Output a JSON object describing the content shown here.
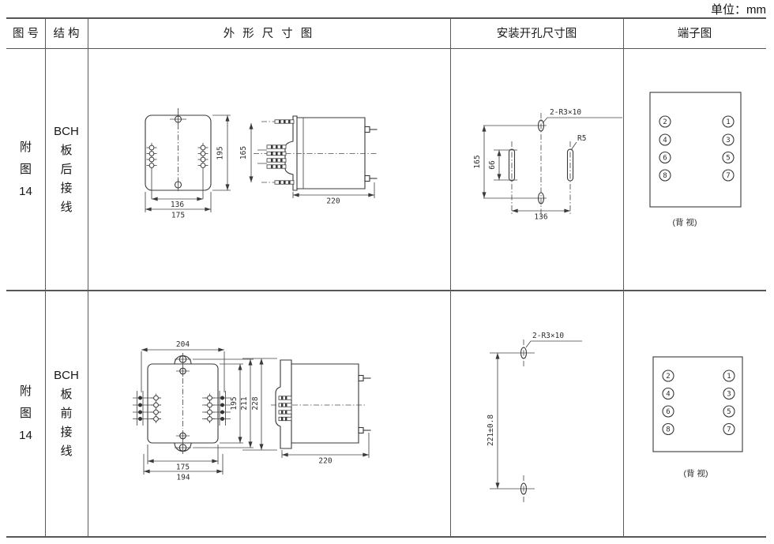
{
  "unit_label": "单位：mm",
  "header": {
    "fig_no": "图 号",
    "structure": "结 构",
    "outline": "外 形 尺 寸 图",
    "install": "安装开孔尺寸图",
    "terminal": "端子图"
  },
  "rows": [
    {
      "fig": [
        "附",
        "图",
        "14"
      ],
      "structure": [
        "BCH",
        "板",
        "后",
        "接",
        "线"
      ],
      "outline": {
        "front_h": "195",
        "hole_span": "136",
        "front_w": "175",
        "side_h": "165",
        "depth": "220"
      },
      "install": {
        "hole_label": "2-R3×10",
        "slot_r": "R5",
        "height": "165",
        "slot_h": "66",
        "width": "136"
      },
      "terminal": {
        "left": [
          "2",
          "4",
          "6",
          "8"
        ],
        "right": [
          "1",
          "3",
          "5",
          "7"
        ],
        "view_label": "(背 视)"
      }
    },
    {
      "fig": [
        "附",
        "图",
        "14"
      ],
      "structure": [
        "BCH",
        "板",
        "前",
        "接",
        "线"
      ],
      "outline": {
        "top_w": "204",
        "h_inner": "195",
        "h_mid": "211",
        "h_outer": "228",
        "inner_w": "175",
        "front_w": "194",
        "depth": "220"
      },
      "install": {
        "hole_label": "2-R3×10",
        "height": "221±0.8"
      },
      "terminal": {
        "left": [
          "2",
          "4",
          "6",
          "8"
        ],
        "right": [
          "1",
          "3",
          "5",
          "7"
        ],
        "view_label": "(背 视)"
      }
    }
  ]
}
